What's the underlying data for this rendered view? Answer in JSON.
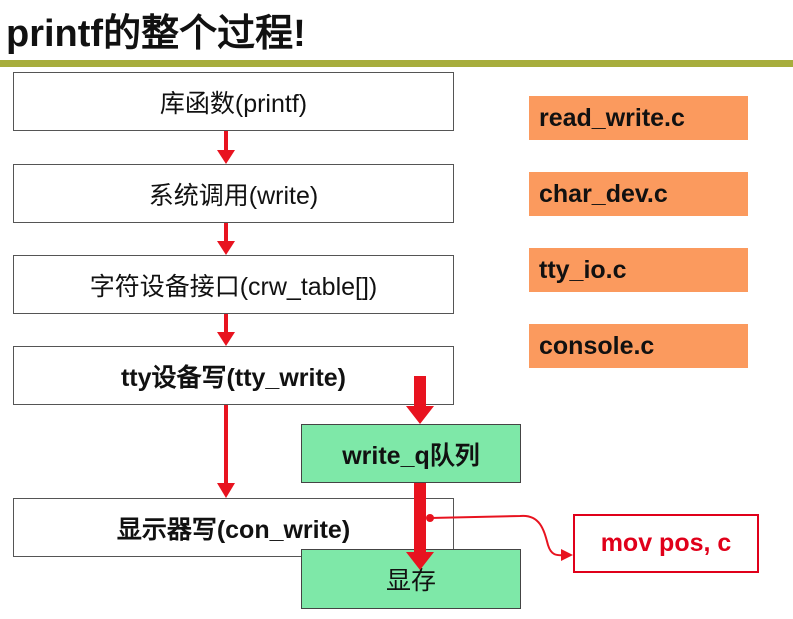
{
  "title": "printf的整个过程!",
  "steps": [
    "库函数(printf)",
    "系统调用(write)",
    "字符设备接口(crw_table[])",
    "tty设备写(tty_write)",
    "显示器写(con_write)"
  ],
  "queue_box": "write_q队列",
  "display_box": "显存",
  "files": [
    "read_write.c",
    "char_dev.c",
    "tty_io.c",
    "console.c"
  ],
  "callout": "mov pos, c",
  "colors": {
    "accent_rule": "#a7ad3c",
    "arrow_red": "#e8131f",
    "file_orange": "#fb9a5e",
    "green_box": "#7ee8a8"
  }
}
